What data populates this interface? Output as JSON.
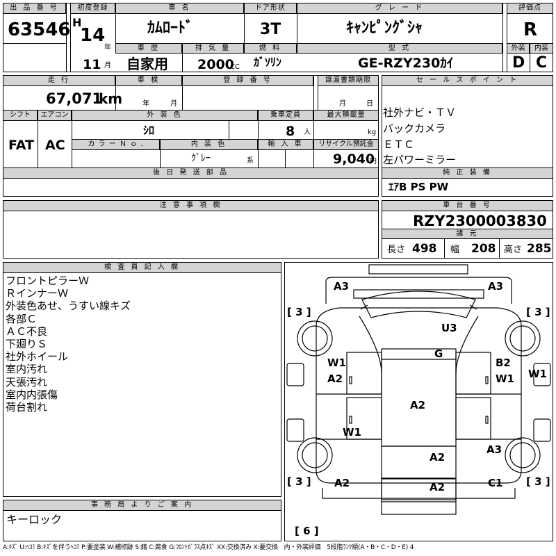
{
  "headers": {
    "lot_no": "出 品 番 号",
    "first_reg": "初度登録",
    "car_name": "車 名",
    "door": "ドア形状",
    "grade": "グ レ ー ド",
    "score": "評価点",
    "history": "車 歴",
    "displacement": "排 気 量",
    "fuel": "燃 料",
    "model": "型 式",
    "exterior": "外装",
    "interior": "内装",
    "mileage": "走 行",
    "inspection": "車 検",
    "reg_no": "登 録 番 号",
    "transfer": "譲渡書類期限",
    "sales_point": "セ ー ル ス ポ イ ン ト",
    "shift": "シフト",
    "aircon": "エアコン",
    "ext_color": "外 装 色",
    "capacity": "乗車定員",
    "max_load": "最大積載量",
    "color_no": "カ ラ ー Ｎ ｏ .",
    "int_color": "内 装 色",
    "import": "輸 入 車",
    "recycle": "リサイクル預託金",
    "later_parts": "後 日 発 送 部 品",
    "genuine": "純 正 装 備",
    "caution": "注 意 事 項 欄",
    "chassis_no": "車 台 番 号",
    "specs": "諸 元",
    "inspector": "検 査 員 記 入 欄",
    "office": "事 務 局 よ り ご 案 内"
  },
  "values": {
    "lot_no": "63546",
    "era": "H",
    "year": "14",
    "year_unit": "年",
    "month": "11",
    "month_unit": "月",
    "car_name": "ｶﾑﾛｰﾄﾞ",
    "door": "3T",
    "grade": "ｷｬﾝﾋﾟﾝｸﾞｼｬ",
    "score": "R",
    "history": "自家用",
    "displacement": "2000",
    "displacement_unit": "CC",
    "fuel": "ｶﾞｿﾘﾝ",
    "model": "GE-RZY230ｶｲ",
    "exterior": "D",
    "interior": "C",
    "mileage": "67,071",
    "mileage_unit": "km",
    "inspection_year_unit": "年",
    "inspection_month_unit": "月",
    "transfer_month_unit": "月",
    "transfer_day_unit": "日",
    "shift": "FAT",
    "aircon": "AC",
    "ext_color": "ｼﾛ",
    "capacity": "8",
    "capacity_unit": "人",
    "max_load_unit": "kg",
    "int_color": "ｸﾞﾚｰ",
    "int_color_suffix": "系",
    "recycle": "9,040",
    "recycle_unit": "円",
    "genuine": "ｴｱB PS PW",
    "chassis_no": "RZY2300003830",
    "length_label": "長さ",
    "length": "498",
    "width_label": "幅",
    "width": "208",
    "height_label": "高さ",
    "height": "285",
    "office_note": "キーロック"
  },
  "sales_points": [
    "社外ナビ・ＴＶ",
    "バックカメラ",
    "ＥＴＣ",
    "左パワーミラー"
  ],
  "inspector_notes": [
    "フロントピラーＷ",
    "ＲインナーＷ",
    "外装色あせ、うすい線キズ",
    "各部Ｃ",
    "ＡＣ不良",
    "下廻りＳ",
    "社外ホイール",
    "室内汚れ",
    "天張汚れ",
    "室内内張傷",
    "荷台割れ"
  ],
  "diagram": {
    "marks": {
      "a3_fl": "A3",
      "a3_fr": "A3",
      "u3": "U3",
      "g": "G",
      "w1_l": "W1",
      "a2_l": "A2",
      "b2_r": "B2",
      "w1_r": "W1",
      "w1_far_r": "W1",
      "a2_mid": "A2",
      "w1_low": "W1",
      "a3_rr": "A3",
      "a2_center": "A2",
      "a2_rl": "A2",
      "a2_bottom": "A2",
      "c1_rr": "C1"
    },
    "brackets": {
      "fl": "[ 3 ]",
      "fr": "[ 3 ]",
      "rl": "[ 3 ]",
      "rr": "[ 3 ]",
      "bottom": "[ 6 ]"
    }
  },
  "legend": "A:ｷｽﾞ U:ﾍｺﾐ B:ｷｽﾞを伴うﾍｺﾐ P:要塗装 W:補修跡 S:錆 C:腐食 G:ﾌﾛﾝﾄｶﾞﾗｽ点ｷｽﾞ XX:交換済み X:要交換　内・外装評価　5段階ﾗﾝｸ順(A・B・C・D・E) 4"
}
